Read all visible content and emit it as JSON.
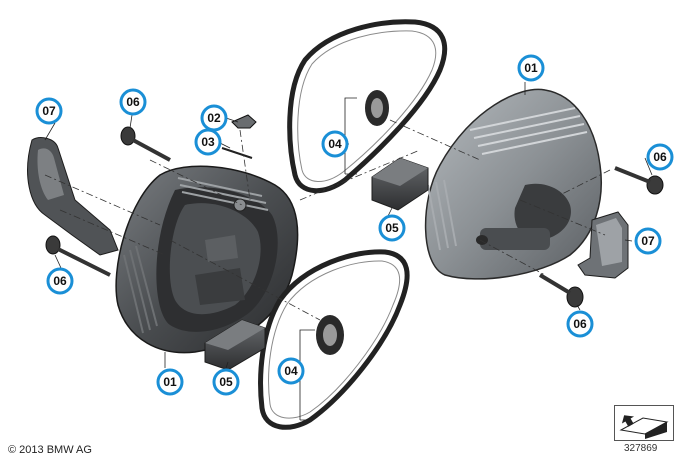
{
  "callouts": {
    "c01a": "01",
    "c01b": "01",
    "c02": "02",
    "c03": "03",
    "c04a": "04",
    "c04b": "04",
    "c05a": "05",
    "c05b": "05",
    "c06a": "06",
    "c06b": "06",
    "c06c": "06",
    "c06d": "06",
    "c07a": "07",
    "c07b": "07"
  },
  "footer": {
    "copyright": "© 2013 BMW AG",
    "diagram_number": "327869"
  },
  "colors": {
    "callout_ring": "#1a8fd6",
    "part_dark": "#3c3c3c",
    "part_light": "#8f9498"
  }
}
